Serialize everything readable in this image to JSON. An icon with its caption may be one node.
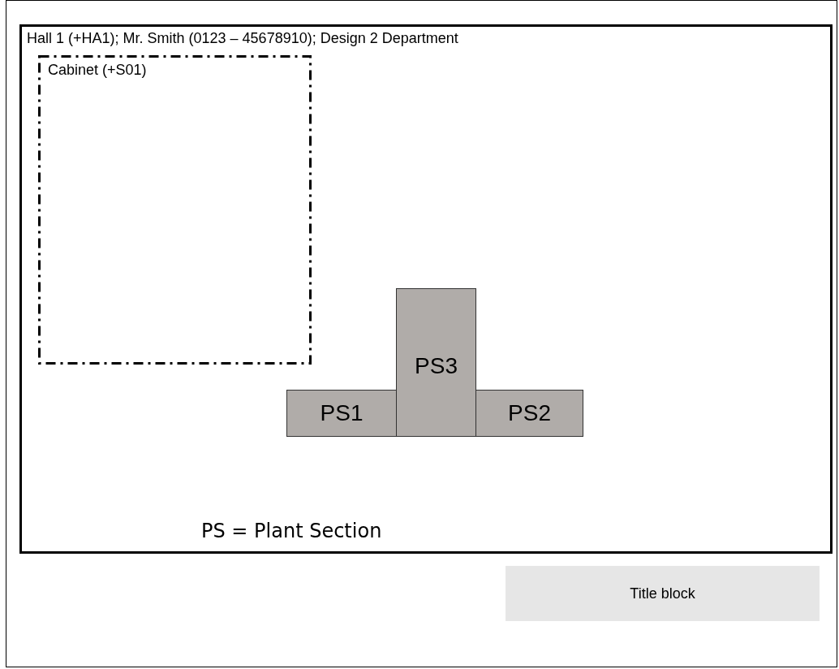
{
  "diagram": {
    "nodes": [
      {
        "text": [
          "Hall 1 (+HA1); Mr. Smith (0123 – 45678910); Design 2 Department"
        ]
      },
      {
        "text": [
          "Cabinet (+S01)"
        ],
        "in": 0
      },
      {
        "text": [
          "PS1"
        ],
        "in": 0
      },
      {
        "text": [
          "PS3"
        ],
        "in": 0
      },
      {
        "text": [
          "PS2"
        ],
        "in": 0
      },
      {
        "text": [
          "Title block"
        ]
      }
    ],
    "labels": [
      "PS = Plant Section"
    ]
  }
}
